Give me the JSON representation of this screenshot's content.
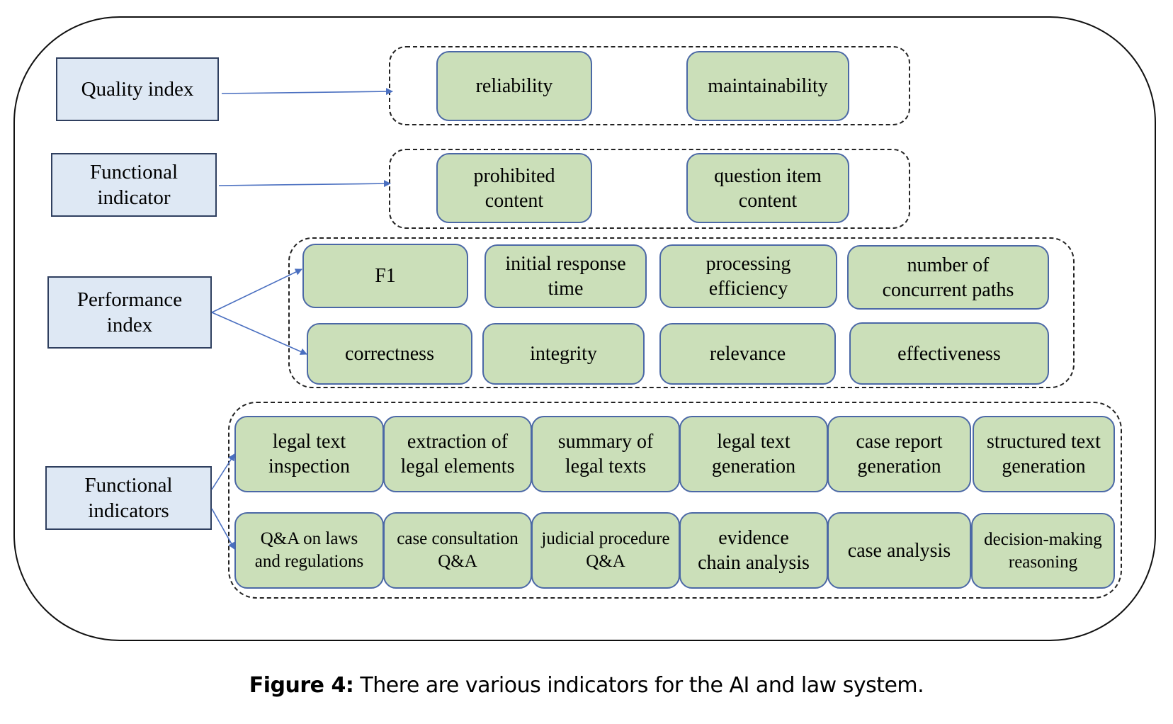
{
  "categories": {
    "quality": "Quality index",
    "functional_indicator": "Functional\nindicator",
    "performance": "Performance\nindex",
    "functional_indicators": "Functional\nindicators"
  },
  "quality_items": [
    "reliability",
    "maintainability"
  ],
  "functional_indicator_items": [
    "prohibited\ncontent",
    "question item\ncontent"
  ],
  "performance_items": {
    "row1": [
      "F1",
      "initial response\ntime",
      "processing\nefficiency",
      "number of\nconcurrent paths"
    ],
    "row2": [
      "correctness",
      "integrity",
      "relevance",
      "effectiveness"
    ]
  },
  "functional_indicators_items": {
    "row1": [
      "legal text\ninspection",
      "extraction of\nlegal elements",
      "summary of\nlegal texts",
      "legal text\ngeneration",
      "case report\ngeneration",
      "structured text\ngeneration"
    ],
    "row2": [
      "Q&A on laws\nand regulations",
      "case consultation\nQ&A",
      "judicial procedure\nQ&A",
      "evidence\nchain analysis",
      "case analysis",
      "decision-making\nreasoning"
    ]
  },
  "caption": {
    "label": "Figure 4:",
    "text": " There are various indicators for the AI and law system."
  },
  "colors": {
    "category_fill": "#dee8f4",
    "item_fill": "#cbdfb9",
    "item_border": "#4b68a6",
    "arrow": "#4a6fc0"
  }
}
